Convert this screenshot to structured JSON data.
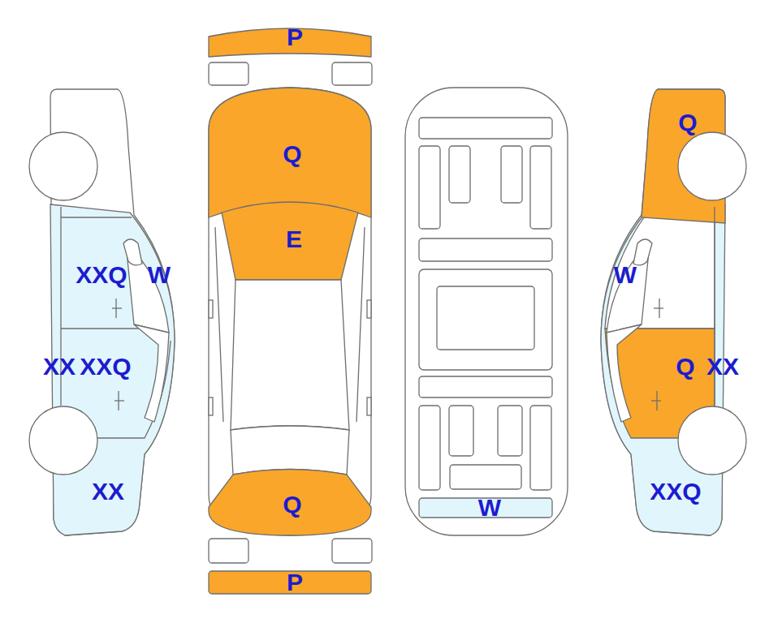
{
  "diagram": {
    "labels": [
      "P",
      "Q",
      "Q",
      "E",
      "XXQ",
      "W",
      "W",
      "XX",
      "XXQ",
      "Q",
      "XX",
      "XX",
      "XXQ",
      "Q",
      "W",
      "P"
    ]
  }
}
